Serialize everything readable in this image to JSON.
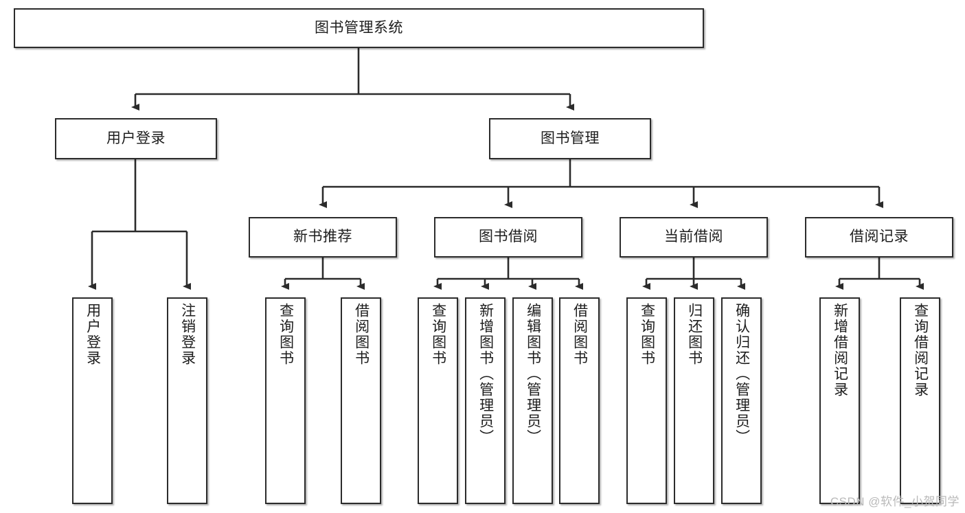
{
  "diagram": {
    "title": "图书管理系统",
    "type": "tree",
    "root": {
      "label": "图书管理系统"
    },
    "level2": [
      {
        "label": "用户登录"
      },
      {
        "label": "图书管理"
      }
    ],
    "level3": [
      {
        "label": "新书推荐"
      },
      {
        "label": "图书借阅"
      },
      {
        "label": "当前借阅"
      },
      {
        "label": "借阅记录"
      }
    ],
    "leaves": {
      "user_login": [
        {
          "label": "用户登录"
        },
        {
          "label": "注销登录"
        }
      ],
      "new_book": [
        {
          "label": "查询图书"
        },
        {
          "label": "借阅图书"
        }
      ],
      "book_borrow": [
        {
          "label": "查询图书"
        },
        {
          "label": "新增图书（管理员）"
        },
        {
          "label": "编辑图书（管理员）"
        },
        {
          "label": "借阅图书"
        }
      ],
      "current_borrow": [
        {
          "label": "查询图书"
        },
        {
          "label": "归还图书"
        },
        {
          "label": "确认归还（管理员）"
        }
      ],
      "borrow_record": [
        {
          "label": "新增借阅记录"
        },
        {
          "label": "查询借阅记录"
        }
      ]
    },
    "watermark": "CSDN @软件_小贺同学",
    "colors": {
      "stroke": "#2b2b2b",
      "fill": "#ffffff",
      "text": "#1d1d1d",
      "watermark": "#b9b9b9"
    }
  }
}
